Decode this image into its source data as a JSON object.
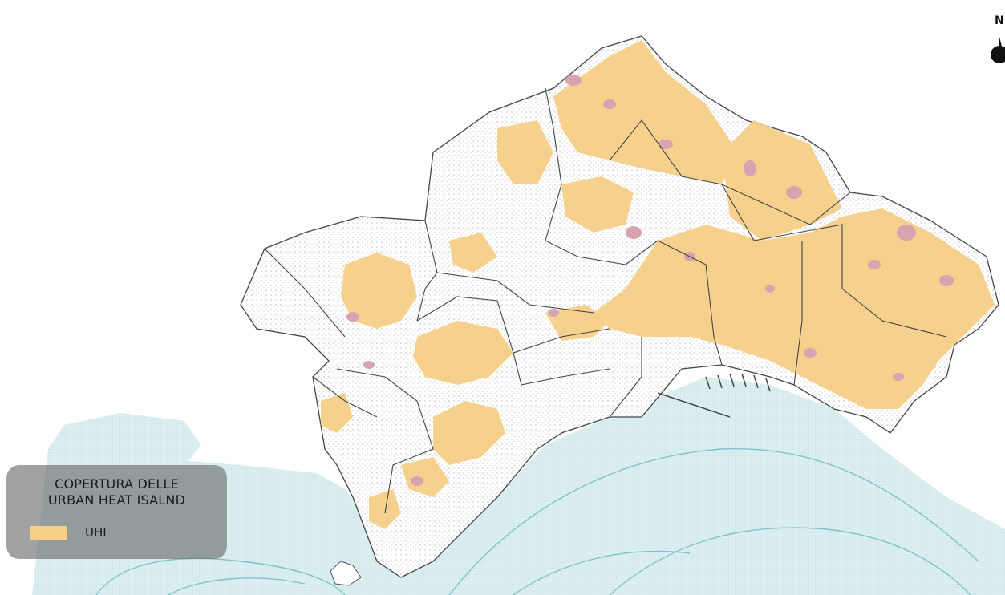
{
  "colors": {
    "sea": "#d9ecee",
    "sea_lines": "#7fc3c9",
    "land": "#ffffff",
    "urban_fabric": "#cfcfcf",
    "uhi": "#f6cf87",
    "uhi_intense": "#d8a3b0",
    "boundaries": "#444444"
  },
  "compass": {
    "letter": "N",
    "icon": "north-arrow-icon"
  },
  "legend": {
    "title_line1": "COPERTURA DELLE",
    "title_line2": "URBAN HEAT ISALND",
    "item_label": "UHI"
  }
}
